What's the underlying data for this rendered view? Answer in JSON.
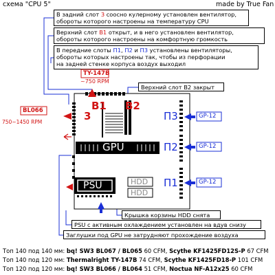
{
  "header": {
    "title": "схема \"CPU 5\"",
    "made_by": "made by True Fan"
  },
  "notes": {
    "rear": {
      "line1_a": "В задний слот ",
      "line1_slot": "3",
      "line1_b": " соосно кулерному установлен вентилятор,",
      "line2": "обороты которого настроены на температуру CPU"
    },
    "top": {
      "line1_a": "Верхний слот ",
      "line1_slot": "B1",
      "line1_b": " открыт, и в него установлен вентилятор,",
      "line2": "обороты которого настроены на комфортную громкость"
    },
    "front": {
      "line1_a": "В передние слоты ",
      "line1_s1": "П1",
      "line1_sep1": ", ",
      "line1_s2": "П2",
      "line1_mid": " и ",
      "line1_s3": "П3",
      "line1_b": " установлены вентиляторы,",
      "line2": "обороты которых настроены так, чтобы из перфорации",
      "line3": "на задней стенке корпуса воздух выходил"
    },
    "b2_closed": "Верхний слот B2 закрыт",
    "hdd_cover": "Крышка корзины HDD снята",
    "psu": "PSU с активным охлаждением установлен на вдув снизу",
    "gpu_plugs": "Заглушки под GPU не затрудняют прохождение воздуха"
  },
  "diagram": {
    "fan_top_model": "TY-147B",
    "fan_top_rpm": "~750 RPM",
    "fan_rear_model": "BL066",
    "fan_rear_rpm": "750~1450 RPM",
    "slot_b1": "B1",
    "slot_b2": "B2",
    "slot_rear": "3",
    "slot_p1": "П1",
    "slot_p2": "П2",
    "slot_p3": "П3",
    "gp_label": "GP-12",
    "gpu_label": "GPU",
    "psu_label": "PSU",
    "hdd_label": "HDD"
  },
  "colors": {
    "red": "#d21414",
    "blue": "#1a2fd6",
    "green": "#17a317"
  },
  "table": [
    {
      "size": "Топ 140 под 140 мм:",
      "m1": "bq! SW3 BL067 / BL065",
      "c1": "60 CFM,",
      "m2": "Scythe KF1425FD12S-P",
      "c2": "67 CFM"
    },
    {
      "size": "Топ 140 под 120 мм:",
      "m1": "Thermalright TY-147B",
      "c1": "74 CFM,",
      "m2": "Scythe KF1425FD18-P",
      "c2": "101 CFM"
    },
    {
      "size": "Топ 120 под 120 мм:",
      "m1": "bq! SW3 BL066 / BL064",
      "c1": "51 CFM,",
      "m2": "Noctua NF-A12x25",
      "c2": "60 CFM"
    }
  ]
}
